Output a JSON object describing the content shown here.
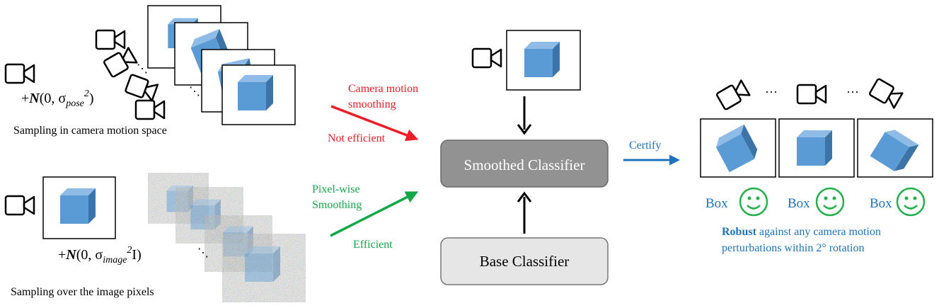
{
  "colors": {
    "cube_front": "#5b9bd5",
    "cube_top": "#8fbce6",
    "cube_side": "#3c74a8",
    "red": "#ee1c24",
    "green": "#11a84a",
    "blue": "#1e73be",
    "smoothed_fill": "#929292",
    "base_fill": "#e6e6e6",
    "smiley": "#22b04b"
  },
  "top_sampling": {
    "formula_prefix": "+",
    "formula_N": "N",
    "formula_args": "(0, σ",
    "formula_sub": "pose",
    "formula_sup": "2",
    "formula_close": ")",
    "caption": "Sampling in camera motion space"
  },
  "bottom_sampling": {
    "formula_prefix": "+",
    "formula_N": "N",
    "formula_args": "(0, σ",
    "formula_sub": "image",
    "formula_sup": "2",
    "formula_close": "I)",
    "caption": "Sampling over the image pixels"
  },
  "arrows": {
    "camera_smoothing_line1": "Camera motion",
    "camera_smoothing_line2": "smoothing",
    "not_efficient": "Not efficient",
    "pixel_smoothing_line1": "Pixel-wise",
    "pixel_smoothing_line2": "Smoothing",
    "efficient": "Efficient",
    "certify": "Certify"
  },
  "classifiers": {
    "smoothed": "Smoothed Classifier",
    "base": "Base Classifier"
  },
  "results": {
    "ellipsis_1": "···",
    "ellipsis_2": "···",
    "labels": [
      "Box",
      "Box",
      "Box"
    ],
    "robust_bold": "Robust",
    "robust_rest": " against any camera motion",
    "robust_line2": "perturbations within 2° rotation"
  }
}
